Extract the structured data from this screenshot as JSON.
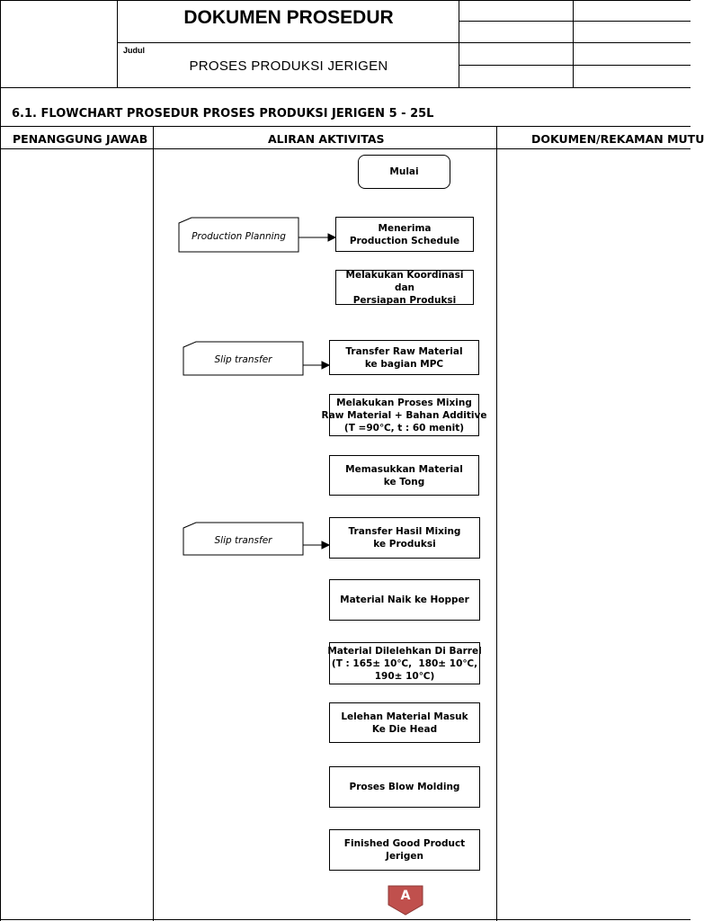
{
  "header": {
    "title": "DOKUMEN PROSEDUR",
    "judul_label": "Judul",
    "subtitle": "PROSES PRODUKSI JERIGEN"
  },
  "section": {
    "title": "6.1.  FLOWCHART PROSEDUR PROSES PRODUKSI JERIGEN 5 - 25L"
  },
  "columns": {
    "responsible": "PENANGGUNG JAWAB",
    "activity": "ALIRAN AKTIVITAS",
    "document": "DOKUMEN/REKAMAN MUTU"
  },
  "flow": {
    "start": "Mulai",
    "steps": [
      "Menerima\nProduction Schedule",
      "Melakukan Koordinasi dan\nPersiapan Produksi",
      "Transfer Raw Material\nke bagian  MPC",
      "Melakukan Proses Mixing\nRaw Material + Bahan Additive\n(T =90℃, t : 60 menit)",
      "Memasukkan Material\nke Tong",
      "Transfer Hasil Mixing\nke Produksi",
      "Material Naik ke Hopper",
      "Material Dilelehkan Di Barrel\n(T : 165± 10℃,  180± 10℃,\n190± 10℃)",
      "Lelehan Material Masuk\nKe Die Head",
      "Proses Blow Molding",
      "Finished Good Product\nJerigen"
    ],
    "inputs": [
      "Production Planning",
      "Slip transfer",
      "Slip transfer"
    ],
    "connector": "A"
  },
  "colors": {
    "connector_fill": "#c0504d",
    "line": "#000000"
  }
}
